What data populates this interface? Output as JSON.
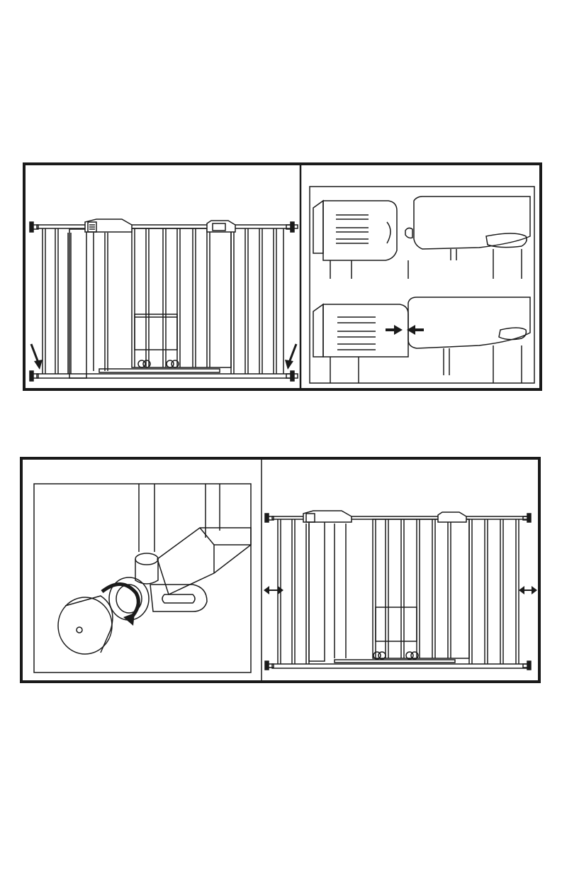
{
  "manual_page": {
    "figures": [
      {
        "id": "figure-top",
        "panels": [
          {
            "id": "gate-front-bottom-arrows",
            "arrow_icons": [
              "down-left-arrow-icon",
              "down-right-arrow-icon"
            ]
          },
          {
            "id": "latch-closeup-squeeze",
            "arrow_icons": [
              "squeeze-arrows-icon"
            ]
          }
        ]
      },
      {
        "id": "figure-bottom",
        "panels": [
          {
            "id": "spindle-rotate-closeup",
            "arrow_icons": [
              "rotate-arrow-icon"
            ]
          },
          {
            "id": "gate-front-expand",
            "arrow_icons": [
              "left-double-arrow-icon",
              "right-double-arrow-icon"
            ]
          }
        ]
      }
    ]
  }
}
